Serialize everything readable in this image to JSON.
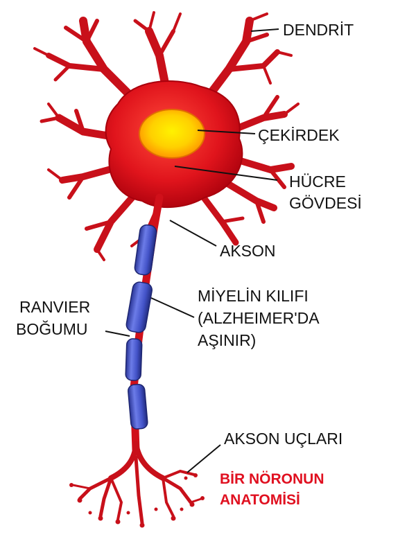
{
  "labels": {
    "dendrite": "DENDRİT",
    "nucleus": "ÇEKİRDEK",
    "cell_body_line1": "HÜCRE",
    "cell_body_line2": "GÖVDESİ",
    "axon": "AKSON",
    "myelin_line1": "MİYELİN KILIFI",
    "myelin_line2": "(ALZHEIMER'DA",
    "myelin_line3": "AŞINIR)",
    "ranvier_line1": "RANVIER",
    "ranvier_line2": "BOĞUMU",
    "axon_terminals": "AKSON UÇLARI"
  },
  "title": {
    "line1": "BİR NÖRONUN",
    "line2": "ANATOMİSİ"
  },
  "colors": {
    "neuron_red": "#d0101a",
    "neuron_dark": "#8a0008",
    "nucleus_yellow": "#ffe000",
    "nucleus_orange": "#ff8a00",
    "myelin_blue": "#4a5bd0",
    "title_red": "#e01020",
    "label_text": "#111111"
  }
}
